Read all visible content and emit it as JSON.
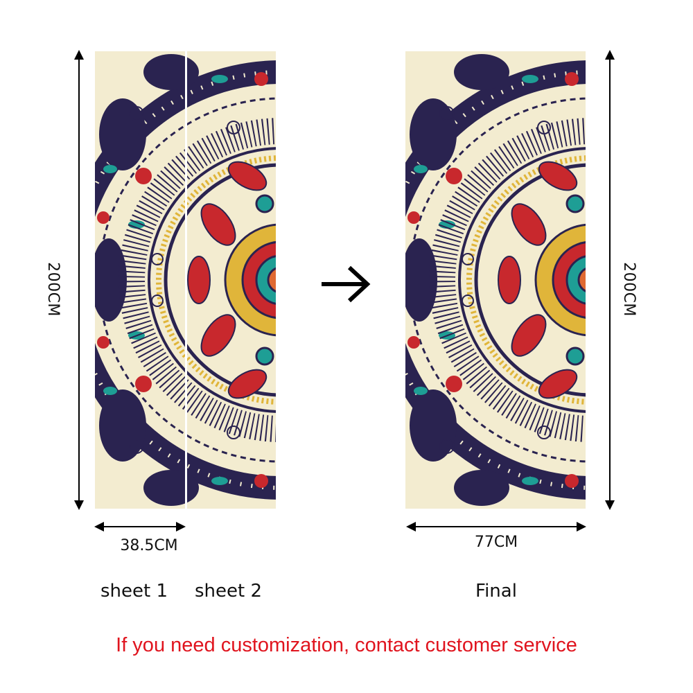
{
  "dimensions": {
    "height_left": "200CM",
    "height_right": "200CM",
    "sheet_width": "38.5CM",
    "final_width": "77CM"
  },
  "labels": {
    "sheet1": "sheet 1",
    "sheet2": "sheet 2",
    "final": "Final"
  },
  "notice": {
    "text": "If you need customization, contact customer service",
    "color": "#e0141e"
  },
  "palette": {
    "navy": "#2a2350",
    "cream": "#f3ecd0",
    "red": "#c8282d",
    "teal": "#1e9e95",
    "gold": "#e0b53a",
    "orange": "#e06a32"
  },
  "icons": {
    "arrow": "right-arrow-icon",
    "dimension_arrows": "double-headed-arrow-icon"
  }
}
